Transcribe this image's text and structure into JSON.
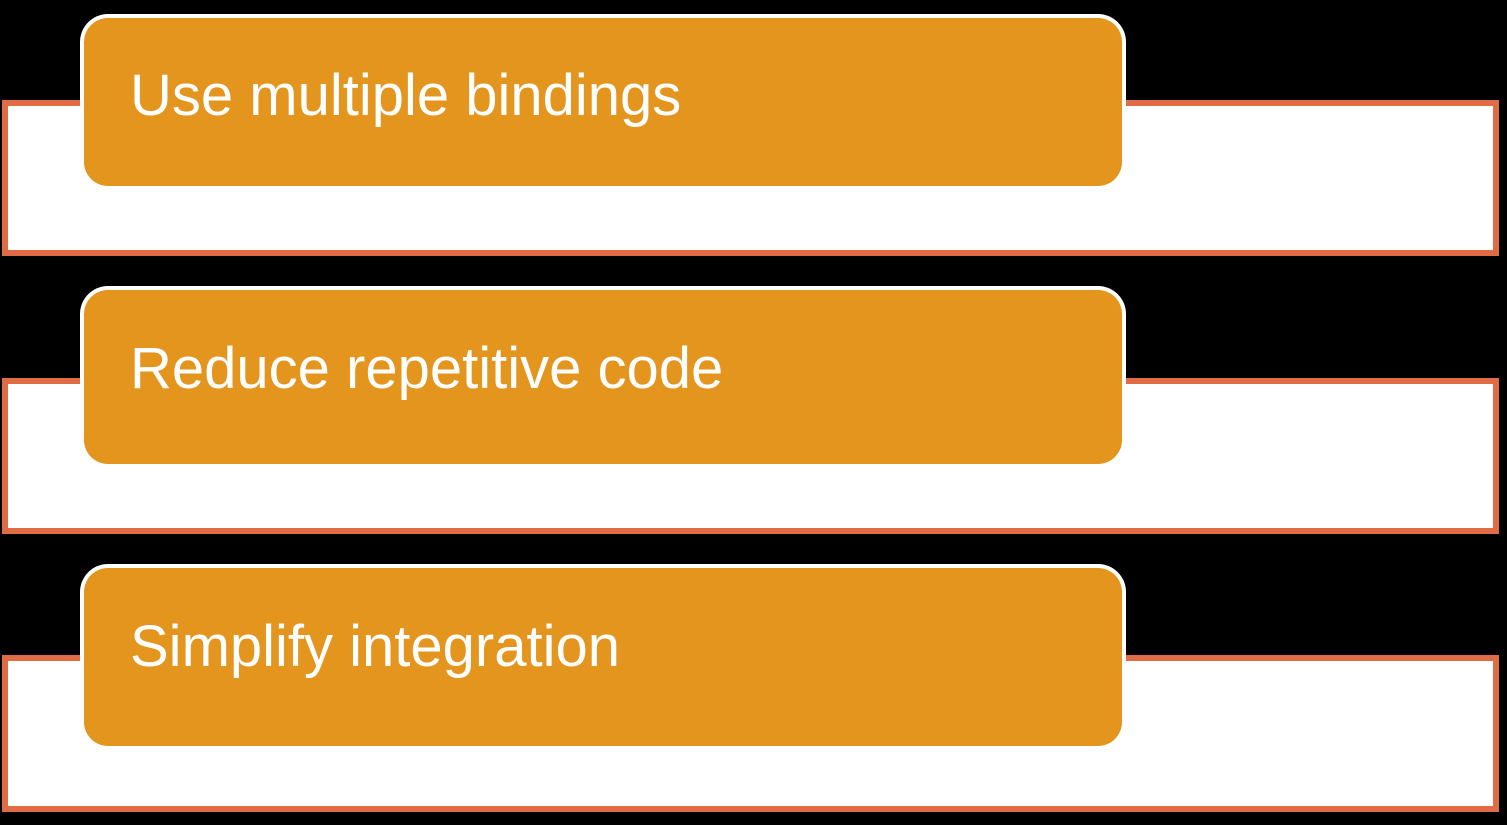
{
  "diagram": {
    "type": "stacked-banner-list",
    "background_color": "#000000",
    "accent_fill": "#E3951E",
    "accent_outline": "#E06C45",
    "pill_stroke": "#FFFFFF",
    "bar_fill": "#FFFFFF",
    "text_color": "#FFFFFF",
    "rows": [
      {
        "label": "Use multiple bindings"
      },
      {
        "label": "Reduce repetitive code"
      },
      {
        "label": "Simplify integration"
      }
    ]
  }
}
